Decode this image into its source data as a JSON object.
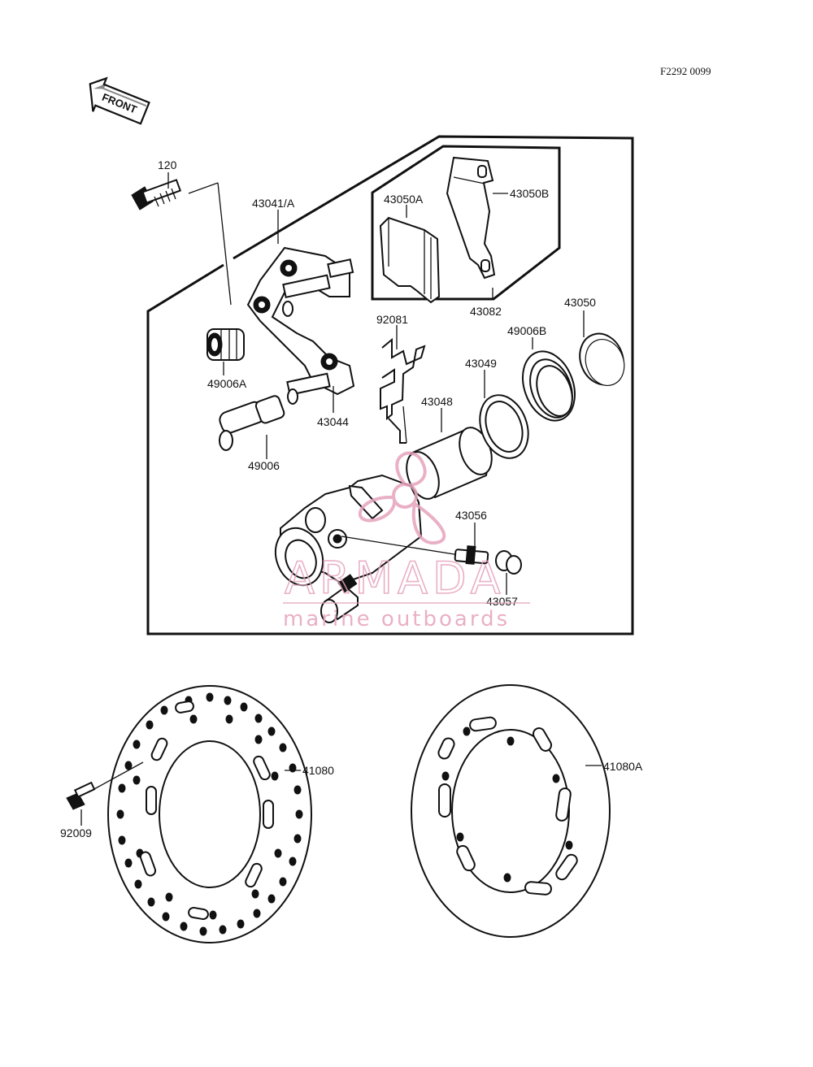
{
  "diagram": {
    "figure_code": "F2292 0099",
    "front_arrow_label": "FRONT",
    "part_labels": {
      "p120": "120",
      "p43041A": "43041/A",
      "p43050A": "43050A",
      "p43050B": "43050B",
      "p43082": "43082",
      "p92081": "92081",
      "p43050": "43050",
      "p49006B": "49006B",
      "p43049": "43049",
      "p49006A": "49006A",
      "p43048": "43048",
      "p43044": "43044",
      "p49006": "49006",
      "p43056": "43056",
      "p43057": "43057",
      "p41080": "41080",
      "p41080A": "41080A",
      "p92009": "92009"
    }
  },
  "watermark": {
    "brand": "ARMADA",
    "tagline": "marine outboards",
    "color": "#e6a3bd"
  }
}
